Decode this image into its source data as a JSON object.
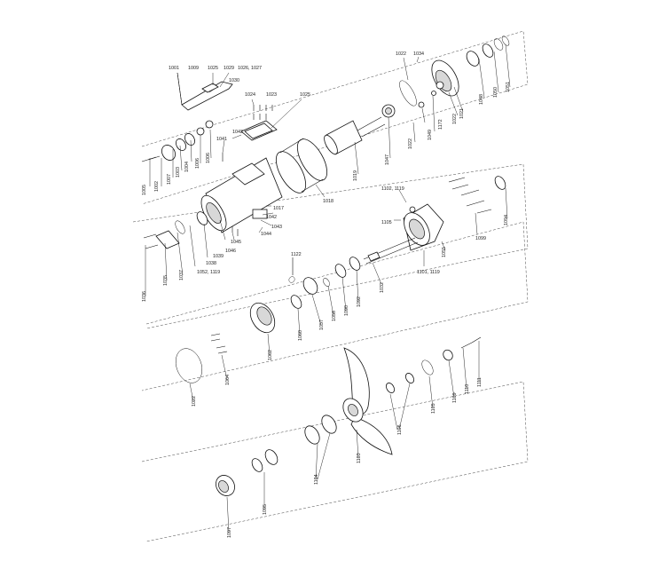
{
  "diagram": {
    "type": "exploded-parts-drawing",
    "background": "#ffffff",
    "line_color": "#111111",
    "labels": {
      "l1001": "1001",
      "l1002": "1002",
      "l1003": "1003",
      "l1004": "1004",
      "l1005": "1005",
      "l1006": "1006",
      "l1007": "1007",
      "l1009": "1009",
      "l1015": "1015",
      "l1017": "1017",
      "l1018": "1018",
      "l1019": "1019",
      "l1021": "1021",
      "l1022a": "1022",
      "l1022b": "1022",
      "l1022c": "1022",
      "l1023": "1023",
      "l1024": "1024",
      "l1025a": "1025",
      "l1025b": "1025",
      "l1026": "1026, 1027",
      "l1029": "1029",
      "l1030": "1030",
      "l1032": "1032",
      "l1033": "1033",
      "l1034": "1034",
      "l1035": "1035",
      "l1036": "1036",
      "l1037": "1037",
      "l1038": "1038",
      "l1039": "1039",
      "l1041": "1041",
      "l1042a": "1042",
      "l1042b": "1042",
      "l1043": "1043",
      "l1044": "1044",
      "l1045": "1045",
      "l1046": "1046",
      "l1047": "1047",
      "l1048": "1048",
      "l1049": "1049",
      "l1050": "1050",
      "l1051": "1051",
      "l1052": "1052",
      "l1052b": "1052, 1119",
      "l1053": "1053",
      "l1054": "1054",
      "l1055": "1055",
      "l1056": "1056",
      "l1057": "1057",
      "l1058": "1058",
      "l1059": "1059",
      "l1060": "1060",
      "l1062": "1062",
      "l1064": "1064",
      "l1090": "1090",
      "l1092": "1092",
      "l1094": "1094",
      "l1095": "1095",
      "l1097": "1097",
      "l1099": "1099",
      "l1101": "1101, 1119",
      "l1102": "1102, 1119",
      "l1103": "1103",
      "l1104": "1104",
      "l1105a": "1105",
      "l1105b": "1105",
      "l1106": "1106",
      "l1109": "1109",
      "l1110": "1110",
      "l1111": "1111",
      "l1122": "1122",
      "l1172": "1172"
    }
  }
}
